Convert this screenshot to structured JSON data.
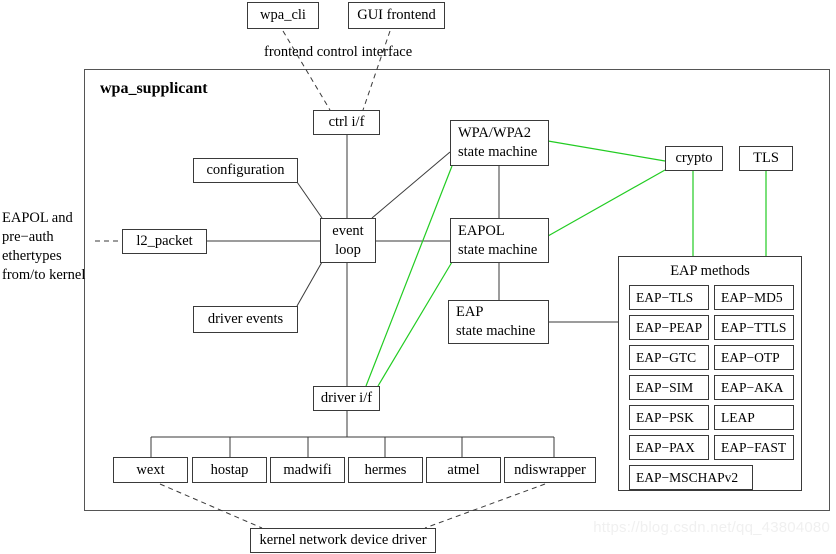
{
  "diagram": {
    "title": "wpa_supplicant",
    "watermark": "https://blog.csdn.net/qq_43804080",
    "frontend": {
      "wpa_cli": "wpa_cli",
      "gui_frontend": "GUI frontend",
      "control_interface_label": "frontend control interface"
    },
    "left_annotation": "EAPOL and\npre−auth\nethertypes\nfrom/to kernel",
    "core": {
      "ctrl_if": "ctrl i/f",
      "configuration": "configuration",
      "l2_packet": "l2_packet",
      "driver_events": "driver events",
      "event_loop_line1": "event",
      "event_loop_line2": "loop",
      "wpa_sm_line1": "WPA/WPA2",
      "wpa_sm_line2": "state machine",
      "eapol_sm_line1": "EAPOL",
      "eapol_sm_line2": "state machine",
      "eap_sm_line1": "EAP",
      "eap_sm_line2": "state machine",
      "crypto": "crypto",
      "tls": "TLS",
      "driver_if": "driver i/f"
    },
    "eap_methods": {
      "title": "EAP methods",
      "items": [
        "EAP−TLS",
        "EAP−MD5",
        "EAP−PEAP",
        "EAP−TTLS",
        "EAP−GTC",
        "EAP−OTP",
        "EAP−SIM",
        "EAP−AKA",
        "EAP−PSK",
        "LEAP",
        "EAP−PAX",
        "EAP−FAST",
        "EAP−MSCHAPv2"
      ]
    },
    "drivers": [
      "wext",
      "hostap",
      "madwifi",
      "hermes",
      "atmel",
      "ndiswrapper"
    ],
    "kernel_driver": "kernel network device driver",
    "colors": {
      "line": "#3a3a3a",
      "green_line": "#22cc22",
      "frame": "#555555",
      "watermark": "#f0f0f0"
    }
  }
}
